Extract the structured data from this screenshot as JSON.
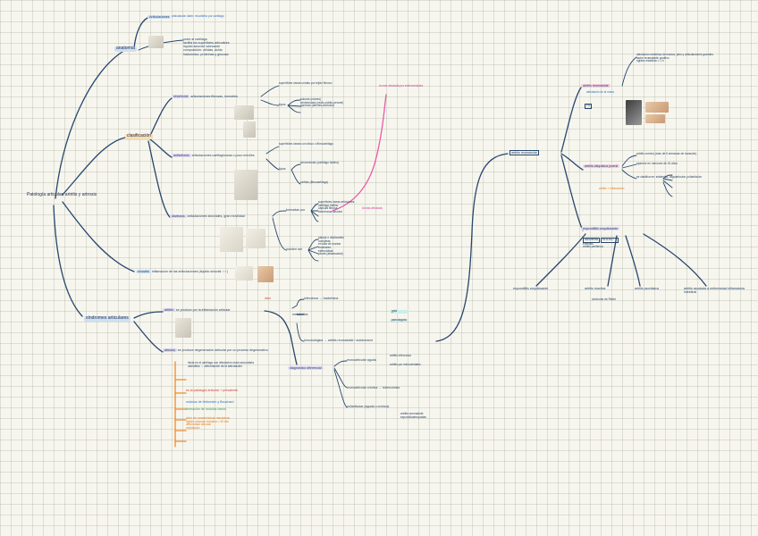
{
  "root": {
    "label": "Patología articular, artritis y artrosis"
  },
  "anatomy": {
    "label": "anatomía",
    "articular_cartilage": "Articulaciones",
    "articular_cartilage_note": "articulación diartr. recubierta por cartílago",
    "notes": [
      "nutre al cartílago",
      "facilita los superficies articulares",
      "líquido sinovial: lubricante",
      "composición: células, ácido",
      "hialurónico, proteínas y glucosa"
    ]
  },
  "classification": {
    "label": "clasificación",
    "sinartrosis": {
      "label": "sinartrosis",
      "desc": "articulaciones fibrosas, inmóviles",
      "types_title": "tipos",
      "surface_note": "superficies óseas unidas por tejido fibroso",
      "types": [
        "suturas (cráneo)",
        "sindesmosis (radio-cúbito-peroné)",
        "gonfosis (dientes-alvéolos)"
      ]
    },
    "anfiartrosis": {
      "label": "anfiartrosis",
      "desc": "articulaciones cartilaginosas o poco móviles",
      "surface_note": "superficies óseas con disco o fibrocartílago",
      "types_title": "tipos",
      "types": [
        "sincondrosis (cartílago hialino)",
        "sínfisis (fibrocartílago)"
      ]
    },
    "diartrosis": {
      "label": "diartrosis",
      "desc": "articulaciones sinoviales, gran movilidad",
      "parts_title": "formadas por",
      "parts": [
        "superficies óseas articulares",
        "cartílago hialino",
        "cápsula fibrosa",
        "membrana sinovial"
      ],
      "pink_note": "la más afectada",
      "kinds_title": "pueden ser",
      "kinds": [
        "planas o deslizantes",
        "condíleas",
        "en silla de montar",
        "trocleares",
        "esferoideas",
        "pivote (atlantoaxial)"
      ]
    },
    "pink_top_note": "la más afectada por enfermedades"
  },
  "sinovitis": {
    "label": "sinovitis",
    "desc": "inflamación de las articulaciones (líquido sinovial ↑↑↑)"
  },
  "sindromes": {
    "label": "síndromes articulares",
    "artritis": {
      "label": "artritis",
      "desc": "se produce por la inflamación articular",
      "pain_note": "dolor"
    },
    "artrosis": {
      "label": "artrosis",
      "desc": "se produce degeneración articular por un proceso degenerativo",
      "notes": [
        "inicia en el cartílago con afectación ósea secundaria",
        "osteofitos → deformación de la articulación"
      ],
      "red_note": "es la patología articular + prevalente",
      "blue_note": "nódulos de Heberden y Bouchard",
      "green_note": "formación de nódulos óseos",
      "orange_notes": [
        "dolor de características mecánicas",
        "rigidez articular matutina < 30 min",
        "deformidad articular",
        "crepitación"
      ]
    },
    "differential": {
      "label": "diagnóstico diferencial",
      "infecciosa": "infecciosa → bacteriana",
      "microcristalina": "metabólica",
      "micro_items": [
        "gota",
        "pseudogota"
      ],
      "inmunologica": "inmunológica → artritis reumatoide / autoinmune",
      "monoarticular": "monoarticular aguda",
      "mono_items": [
        "artritis infecciosa",
        "artritis por microcristales"
      ],
      "mono_cronica": "monoarticular crónica → tuberculosis",
      "poliarticular": "poliarticular (aguda o crónica)",
      "poli_items": [
        "artritis reumatoide",
        "espondiloartropatías"
      ]
    }
  },
  "artritis_reum": {
    "label": "artritis reumatoide",
    "reumatoide": {
      "label": "artritis reumatoide",
      "notes": [
        "afectación simétrica de manos, pies y articulaciones grandes",
        "factor reumatoide positivo",
        "rigidez matutina > 1 h"
      ],
      "badge": "FR",
      "sub_note": "afectación de la mano"
    },
    "idiopatica": {
      "label": "artritis idiopática juvenil",
      "notes": [
        "artritis crónica (más de 6 semanas de duración)",
        "aparece en menores de 16 años",
        "se clasifica en: sistémica, oligoarticular, poliarticular"
      ],
      "orange_note": "artritis + inflamación"
    },
    "espondilo": {
      "label": "espondilitis anquilosante",
      "notes": [
        "sacroileítis",
        "HLA-B27 +",
        "entesitis",
        "artritis periférica"
      ],
      "children": [
        "espondilitis anquilosante",
        "artritis reactiva",
        "artritis psoriásica",
        "artritis asociada a enfermedad inflamatoria intestinal"
      ],
      "reactiva_note": "síndrome de Reiter"
    }
  },
  "colors": {
    "line": "#27466e",
    "pink": "#e85aa8",
    "orange": "#f08a2a",
    "green": "#3da46a",
    "highlight_blue": "#cfe0f4",
    "highlight_purple": "#ddd2f0",
    "highlight_pink": "#f4cfe2"
  }
}
